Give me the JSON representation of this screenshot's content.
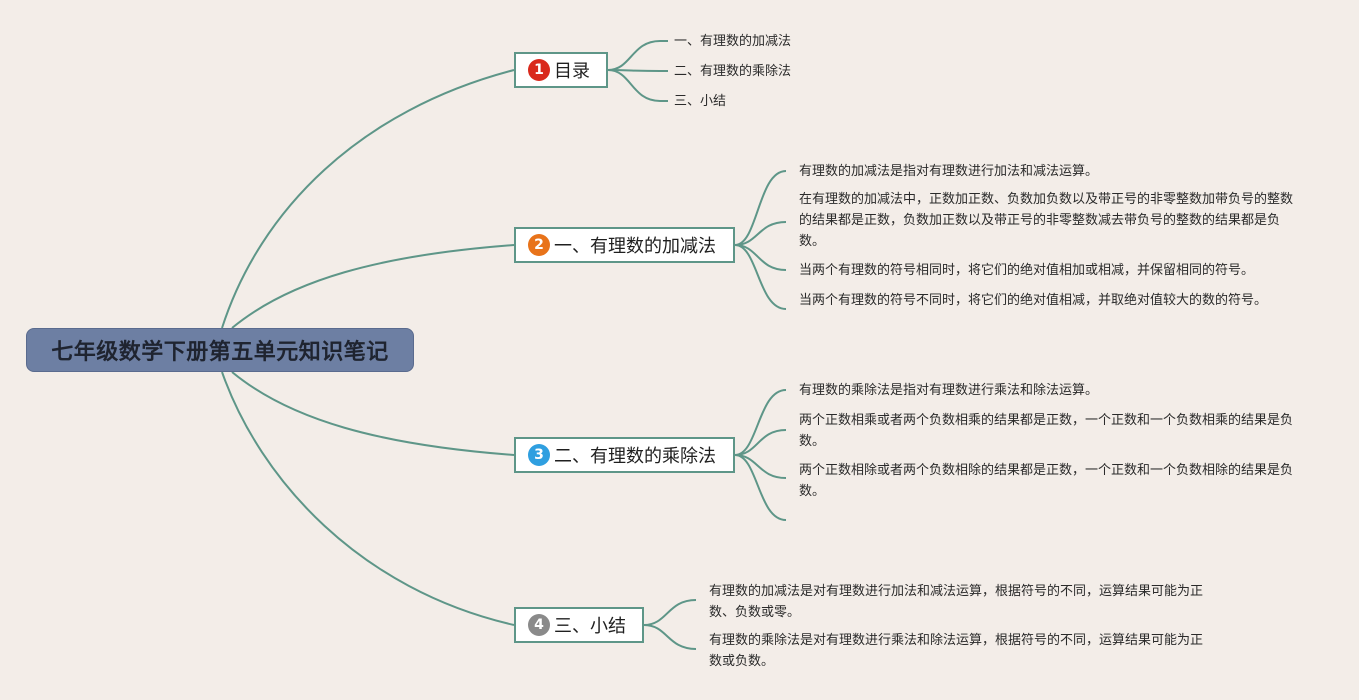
{
  "root": {
    "title": "七年级数学下册第五单元知识笔记"
  },
  "colors": {
    "line": "#5e9688",
    "badge_1": "#d9291c",
    "badge_2": "#e8731a",
    "badge_3": "#2f9fe0",
    "badge_4": "#8a8a8a"
  },
  "branches": [
    {
      "number": "1",
      "label": "目录",
      "leaves": [
        "一、有理数的加减法",
        "二、有理数的乘除法",
        "三、小结"
      ]
    },
    {
      "number": "2",
      "label": "一、有理数的加减法",
      "leaves": [
        "有理数的加减法是指对有理数进行加法和减法运算。",
        "在有理数的加减法中，正数加正数、负数加负数以及带正号的非零整数加带负号的整数的结果都是正数，负数加正数以及带正号的非零整数减去带负号的整数的结果都是负数。",
        "当两个有理数的符号相同时，将它们的绝对值相加或相减，并保留相同的符号。",
        "当两个有理数的符号不同时，将它们的绝对值相减，并取绝对值较大的数的符号。"
      ]
    },
    {
      "number": "3",
      "label": "二、有理数的乘除法",
      "leaves": [
        "有理数的乘除法是指对有理数进行乘法和除法运算。",
        "两个正数相乘或者两个负数相乘的结果都是正数，一个正数和一个负数相乘的结果是负数。",
        "两个正数相除或者两个负数相除的结果都是正数，一个正数和一个负数相除的结果是负数。",
        ""
      ]
    },
    {
      "number": "4",
      "label": "三、小结",
      "leaves": [
        "有理数的加减法是对有理数进行加法和减法运算，根据符号的不同，运算结果可能为正数、负数或零。",
        "有理数的乘除法是对有理数进行乘法和除法运算，根据符号的不同，运算结果可能为正数或负数。"
      ]
    }
  ]
}
